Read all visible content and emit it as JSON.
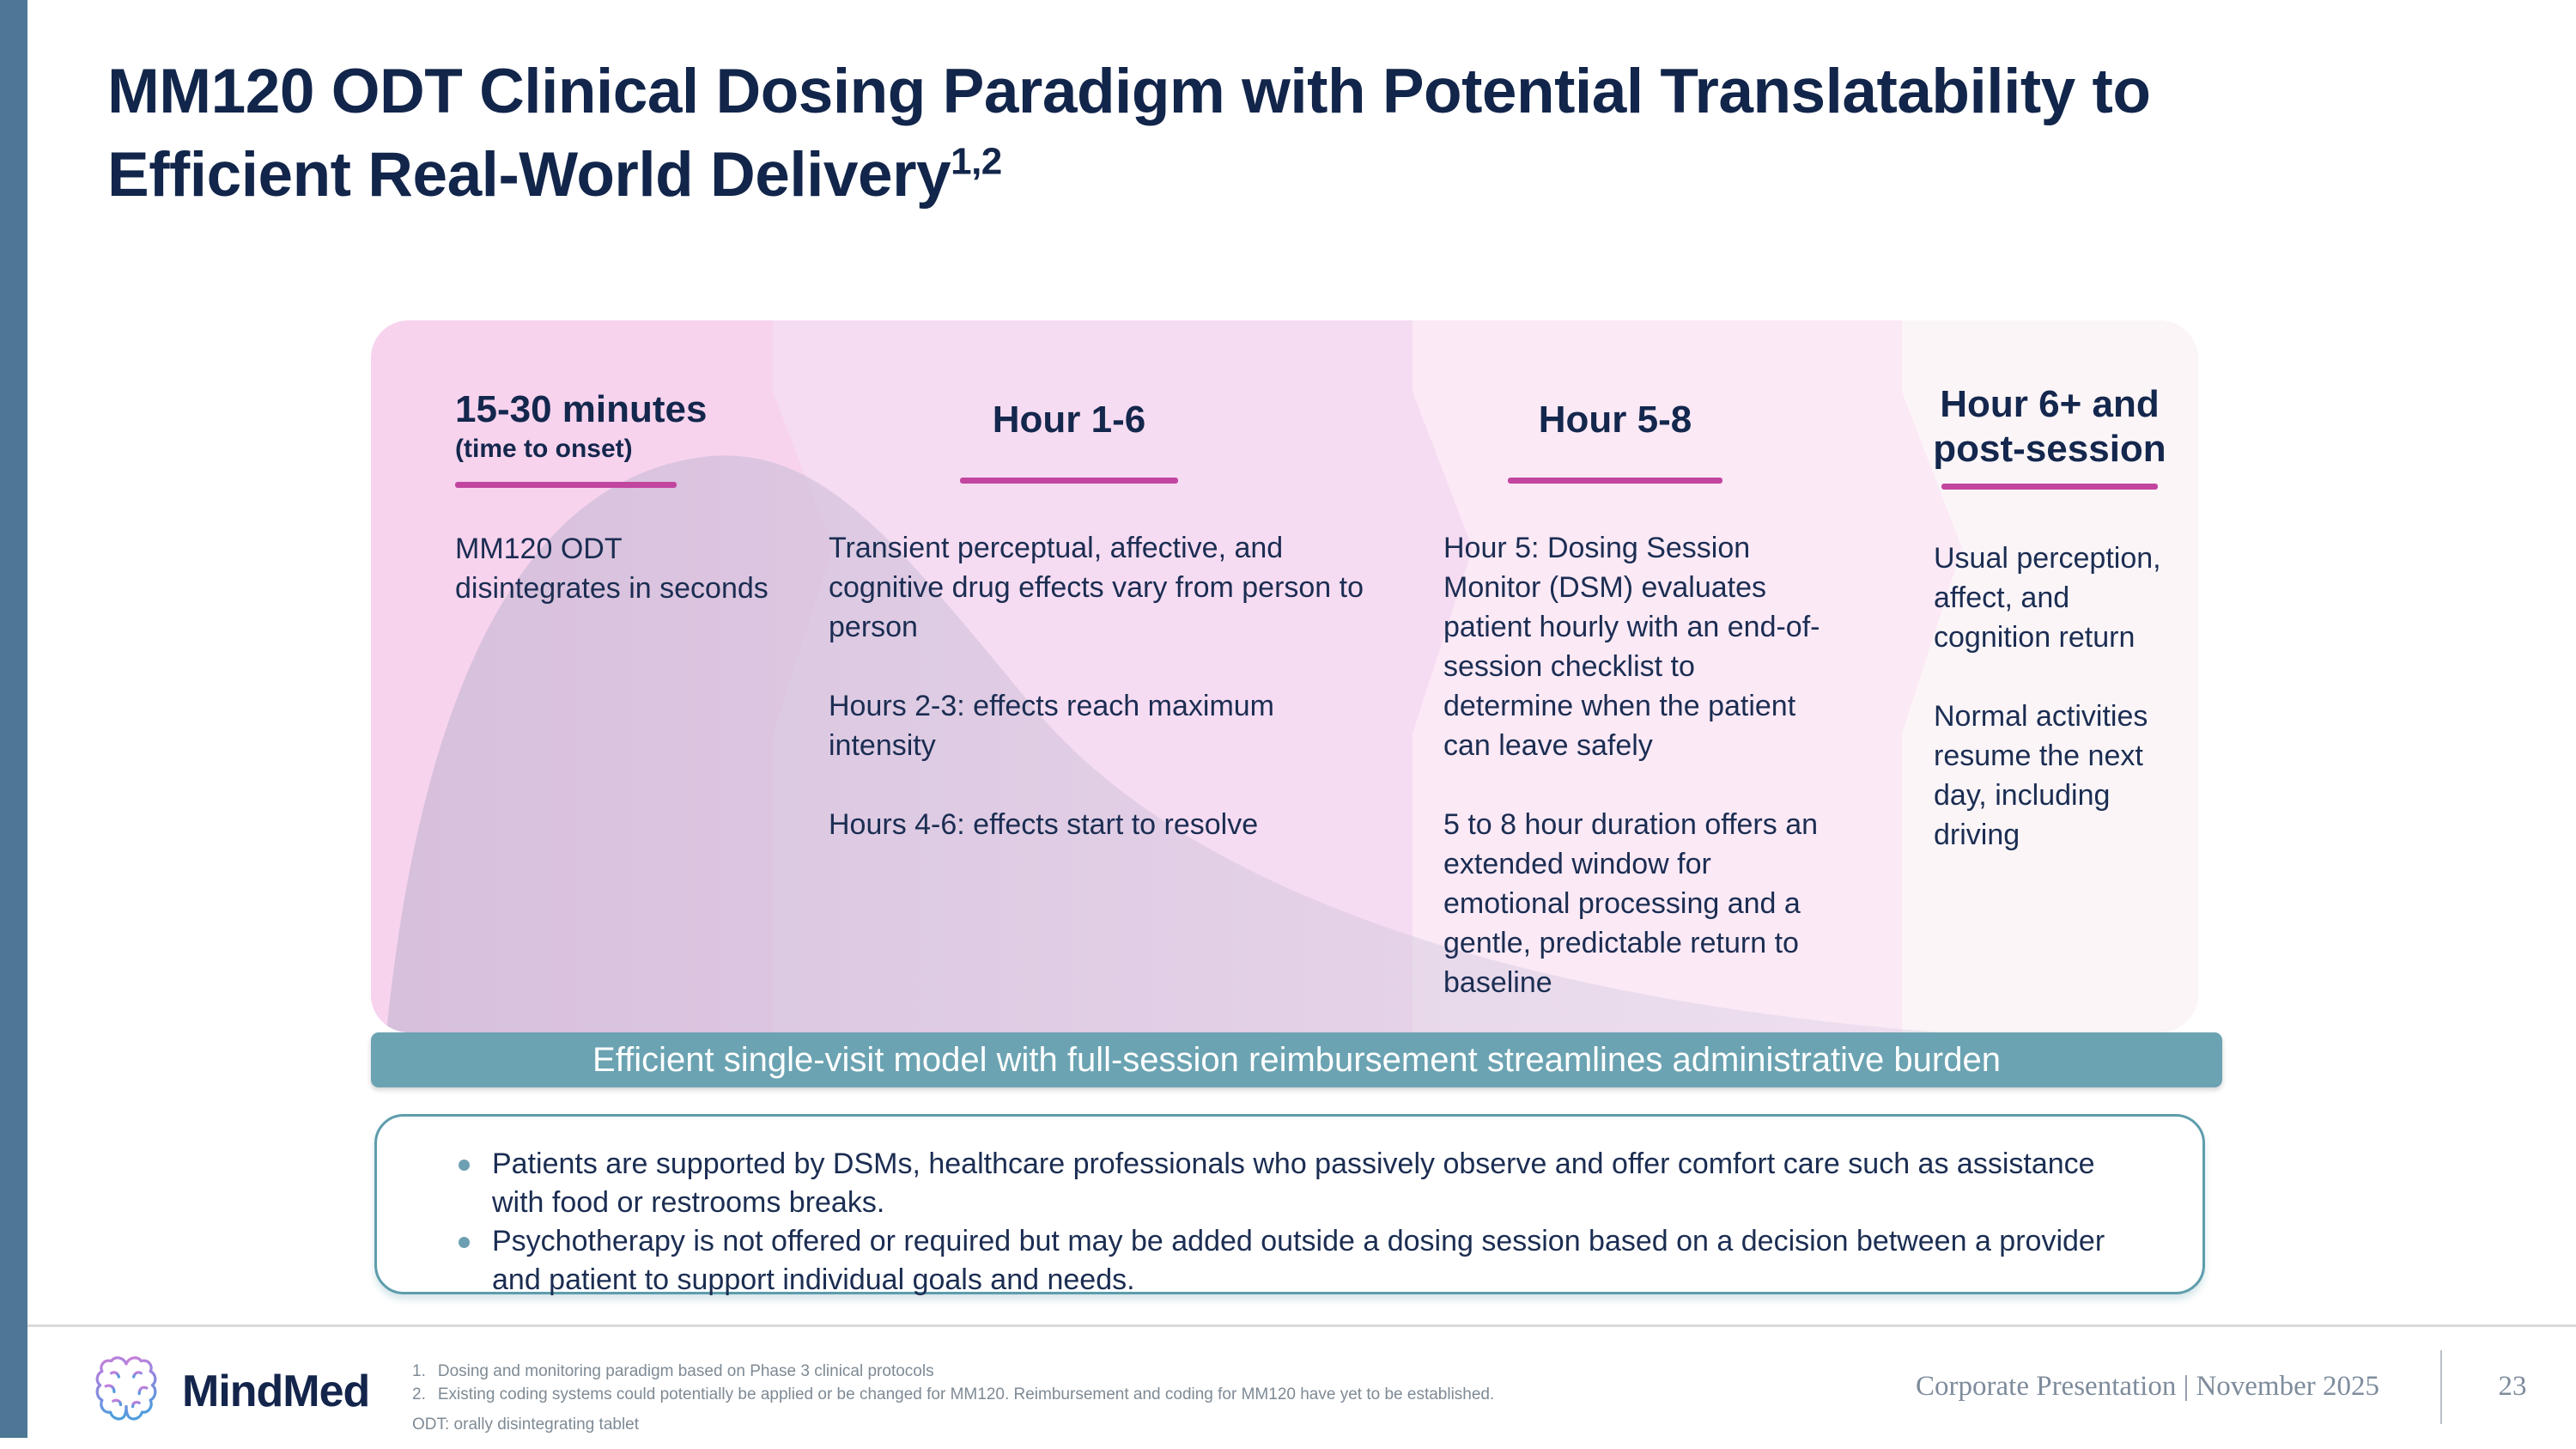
{
  "slide": {
    "title": {
      "line1": "MM120 ODT Clinical Dosing Paradigm with Potential Translatability to",
      "line2": "Efficient Real-World Delivery",
      "superscript": "1,2"
    }
  },
  "timeline": {
    "columns": [
      {
        "header": "15-30 minutes",
        "subheader": "(time to onset)",
        "paragraphs": [
          "MM120 ODT disintegrates in seconds"
        ]
      },
      {
        "header": "Hour 1-6",
        "paragraphs": [
          "Transient perceptual, affective, and cognitive drug effects vary from person to person",
          "Hours 2-3: effects reach maximum intensity",
          "Hours 4-6: effects start to resolve"
        ]
      },
      {
        "header": "Hour 5-8",
        "paragraphs": [
          "Hour 5: Dosing Session Monitor (DSM) evaluates patient hourly with an end-of-session checklist to determine when the patient can leave safely",
          "5 to 8 hour duration offers an extended window for emotional processing and a gentle, predictable return to baseline"
        ]
      },
      {
        "header": "Hour 6+ and post-session",
        "paragraphs": [
          "Usual perception, affect, and cognition return",
          "Normal activities resume the next day, including driving"
        ]
      }
    ]
  },
  "banner": {
    "text": "Efficient single-visit model with full-session reimbursement streamlines administrative burden"
  },
  "notes": {
    "bullets": [
      "Patients are supported by DSMs, healthcare professionals who passively observe and offer comfort care such as assistance with food or restrooms breaks.",
      "Psychotherapy is not offered or required but may be added outside a dosing session based on a decision between a provider and patient to support individual goals and needs."
    ]
  },
  "footer": {
    "logo_text": "MindMed",
    "footnotes": [
      {
        "num": "1.",
        "text": "Dosing and monitoring paradigm based on Phase 3 clinical protocols"
      },
      {
        "num": "2.",
        "text": "Existing coding systems could potentially be applied or be changed for MM120. Reimbursement and coding for MM120 have yet to be established."
      }
    ],
    "abbreviation": "ODT: orally disintegrating tablet",
    "presentation_label": "Corporate Presentation | November 2025",
    "page_number": "23"
  },
  "colors": {
    "navy_text": "#16294e",
    "magenta_underline": "#c2459f",
    "banner_teal": "#6ba3b2",
    "notes_border_teal": "#5d9dac",
    "left_bar_blue": "#4d7795",
    "panel_pink_1": "#f7d3ee",
    "panel_pink_2": "#f6dcf2",
    "panel_pink_3": "#fbe9f6",
    "panel_pink_4": "#fbf5f8"
  }
}
